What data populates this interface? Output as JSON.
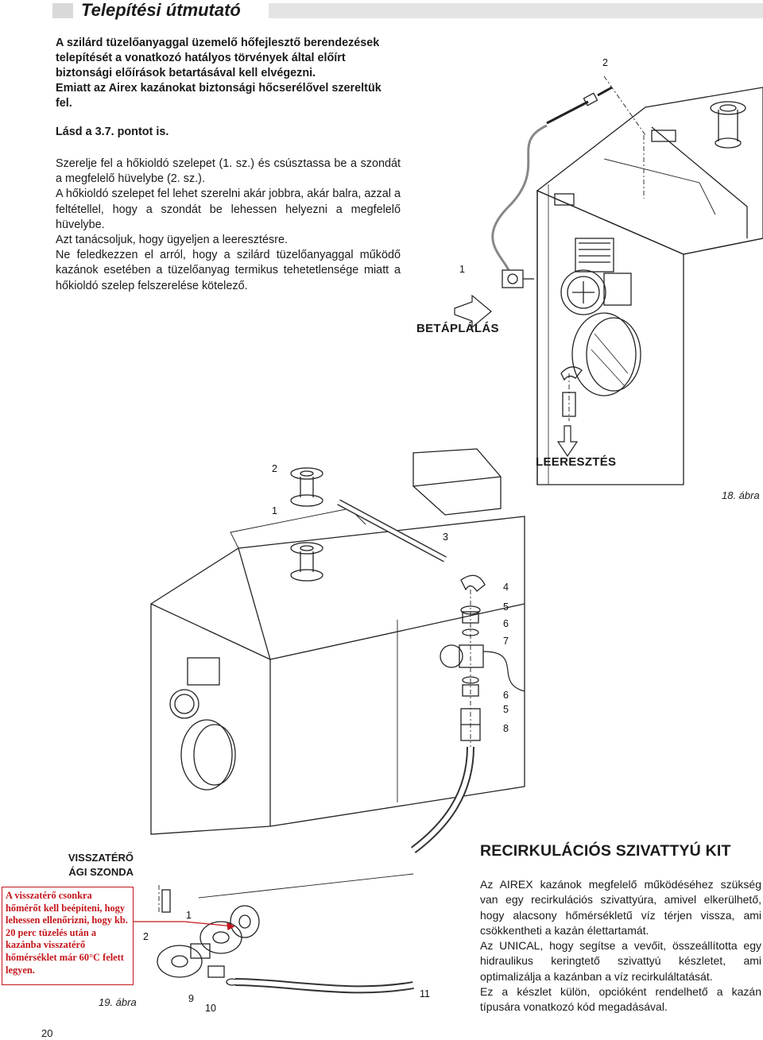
{
  "header": {
    "title": "Telepítési útmutató"
  },
  "intro": {
    "lines": [
      "A szilárd tüzelőanyaggal üzemelő hőfejlesztő berendezések",
      "telepítését a vonatkozó hatályos törvények által előírt",
      "biztonsági előírások betartásával kell elvégezni.",
      "Emiatt az Airex kazánokat biztonsági hőcserélővel szereltük",
      "fel."
    ],
    "see": "Lásd a 3.7. pontot is."
  },
  "body": {
    "p1": "Szerelje fel a hőkioldó szelepet (1. sz.) és csúsztassa be a szondát a megfelelő hüvelybe (2. sz.).",
    "p2": "A hőkioldó szelepet fel lehet szerelni akár jobbra, akár balra, azzal a feltétellel, hogy a szondát be lehessen helyezni a megfelelő hüvelybe.",
    "p3": "Azt tanácsoljuk, hogy ügyeljen a leeresztésre.",
    "p4": "Ne feledkezzen el arról, hogy a szilárd tüzelőanyaggal működő kazánok esetében a tüzelőanyag termikus tehetetlensége miatt a hőkioldó szelep felszerelése kötelező."
  },
  "figure18": {
    "callout_2": "2",
    "callout_1": "1",
    "supply_label": "BETÁPLÁLÁS",
    "drain_label": "LEERESZTÉS",
    "caption": "18. ábra"
  },
  "kit_figure": {
    "callouts": [
      "2",
      "1",
      "3",
      "4",
      "5",
      "6",
      "7",
      "6",
      "5",
      "8"
    ]
  },
  "figure19": {
    "return_probe_line1": "VISSZATÉRŐ",
    "return_probe_line2": "ÁGI SZONDA",
    "note": "A visszatérő csonkra hőmérőt kell beépíteni, hogy lehessen ellenőrizni, hogy kb. 20 perc tüzelés után a kazánba visszatérő hőmérséklet már 60°C felett legyen.",
    "callouts": [
      "1",
      "2",
      "9",
      "10",
      "11"
    ],
    "caption": "19. ábra"
  },
  "kit": {
    "title": "RECIRKULÁCIÓS SZIVATTYÚ KIT",
    "p1": "Az AIREX kazánok megfelelő működéséhez szükség van egy recirkulációs szivattyúra, amivel elkerülhető, hogy alacsony hőmérsékletű víz térjen vissza, ami csökkentheti a kazán élettartamát.",
    "p2": "Az UNICAL, hogy segítse a vevőit, összeállította egy hidraulikus keringtető szivattyú készletet, ami optimalizálja a kazánban a víz recirkuláltatását.",
    "p3": "Ez a készlet külön, opcióként rendelhető a kazán típusára vonatkozó kód megadásával."
  },
  "page": {
    "number": "20"
  },
  "colors": {
    "note_red": "#c4161c",
    "header_gray": "#d9d9d9"
  },
  "icons": [
    "arrow-right-icon",
    "arrow-down-icon"
  ]
}
